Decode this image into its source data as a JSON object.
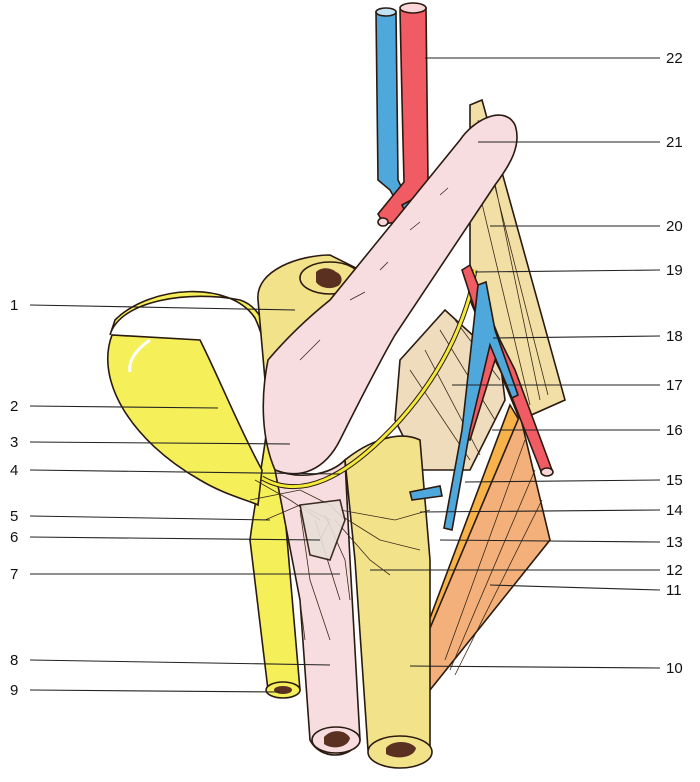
{
  "diagram": {
    "labels_left": [
      "1",
      "2",
      "3",
      "4",
      "5",
      "6",
      "7",
      "8",
      "9"
    ],
    "labels_right": [
      "22",
      "21",
      "20",
      "19",
      "18",
      "17",
      "16",
      "15",
      "14",
      "13",
      "12",
      "11",
      "10"
    ]
  },
  "colors": {
    "yellow_organ": "#f5f05a",
    "pale_yellow": "#f2e28a",
    "pink": "#f8dde0",
    "tan_muscle": "#efdcbc",
    "orange_muscle": "#f3b07a",
    "artery": "#f05b64",
    "vein": "#4fa8dc",
    "nerve": "#f3ea3a",
    "lumen": "#5a3020"
  }
}
